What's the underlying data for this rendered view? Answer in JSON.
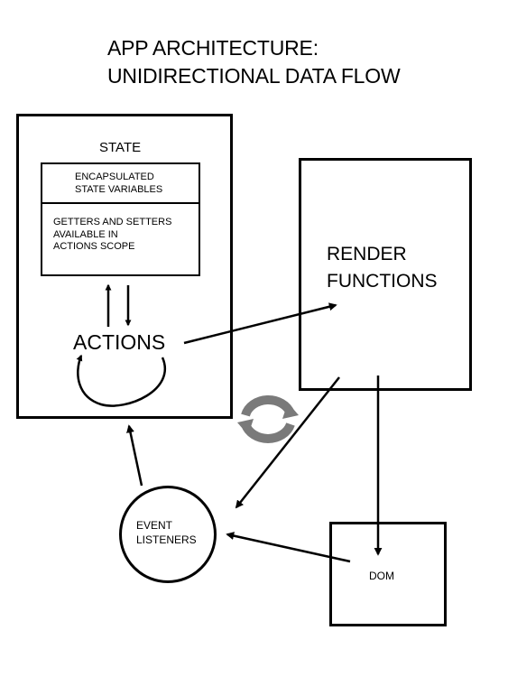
{
  "title": {
    "line1": "APP ARCHITECTURE:",
    "line2": "UNIDIRECTIONAL DATA FLOW"
  },
  "state_box": {
    "label": "STATE",
    "encapsulated": {
      "line1": "ENCAPSULATED",
      "line2": "STATE VARIABLES"
    },
    "getters": {
      "line1": "GETTERS AND SETTERS",
      "line2": "AVAILABLE IN",
      "line3": "ACTIONS SCOPE"
    },
    "actions": "ACTIONS"
  },
  "render_box": {
    "line1": "RENDER",
    "line2": "FUNCTIONS"
  },
  "event_listeners": {
    "line1": "EVENT",
    "line2": "LISTENERS"
  },
  "dom_box": {
    "label": "DOM"
  },
  "icons": [
    "refresh-cycle-icon"
  ],
  "colors": {
    "ink": "#000000",
    "cycle_icon": "#7a7a7a",
    "background": "#ffffff"
  }
}
